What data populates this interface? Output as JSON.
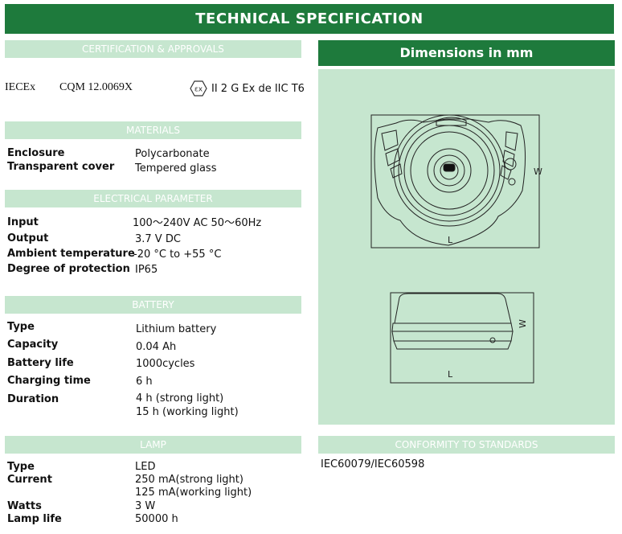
{
  "title": "TECHNICAL SPECIFICATION",
  "certification": {
    "header": "CERTIFICATION & APPROVALS",
    "scheme": "IECEx",
    "cert_no": "CQM 12.0069X",
    "ex_symbol": "εx",
    "marking": "II 2 G Ex de IIC T6"
  },
  "materials": {
    "header": "MATERIALS",
    "rows": [
      {
        "label": "Enclosure",
        "value": "Polycarbonate"
      },
      {
        "label": "Transparent cover",
        "value": "Tempered glass"
      }
    ]
  },
  "electrical": {
    "header": "ELECTRICAL PARAMETER",
    "rows": [
      {
        "label": "Input",
        "value": "100～240V AC 50～60Hz"
      },
      {
        "label": "Output",
        "value": "3.7 V DC"
      },
      {
        "label": "Ambient temperature",
        "value": "-20 °C to +55 °C"
      },
      {
        "label": "Degree of protection",
        "value": "IP65"
      }
    ]
  },
  "battery": {
    "header": "BATTERY",
    "rows": [
      {
        "label": "Type",
        "value": "Lithium battery"
      },
      {
        "label": "Capacity",
        "value": "0.04 Ah"
      },
      {
        "label": "Battery life",
        "value": "1000cycles"
      },
      {
        "label": "Charging time",
        "value": "6 h"
      },
      {
        "label": "Duration",
        "value": "4  h (strong light)",
        "value2": "15 h (working light)"
      }
    ]
  },
  "lamp": {
    "header": "LAMP",
    "rows": [
      {
        "label": "Type",
        "value": "LED"
      },
      {
        "label": "Current",
        "value": "250 mA(strong light)",
        "value2": "125 mA(working light)"
      },
      {
        "label": "Watts",
        "value": "3 W"
      },
      {
        "label": "Lamp life",
        "value": "50000  h"
      }
    ]
  },
  "dimensions": {
    "header": "Dimensions in mm",
    "top_w": "W",
    "top_l": "L",
    "side_w": "W",
    "side_l": "L"
  },
  "conformity": {
    "header": "CONFORMITY TO STANDARDS",
    "value": "IEC60079/IEC60598"
  },
  "colors": {
    "dark_green": "#1e7a3c",
    "light_green": "#c6e6cf"
  }
}
